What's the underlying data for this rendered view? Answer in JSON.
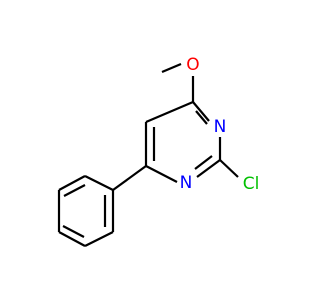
{
  "molecule": {
    "atoms": {
      "oxygen": {
        "symbol": "O",
        "color": "#ff0000"
      },
      "n1": {
        "symbol": "N",
        "color": "#0000ff"
      },
      "n3": {
        "symbol": "N",
        "color": "#0000ff"
      },
      "chlorine": {
        "symbol": "Cl",
        "color": "#00c000"
      }
    },
    "bond_color": "#000000",
    "background": "#ffffff"
  }
}
